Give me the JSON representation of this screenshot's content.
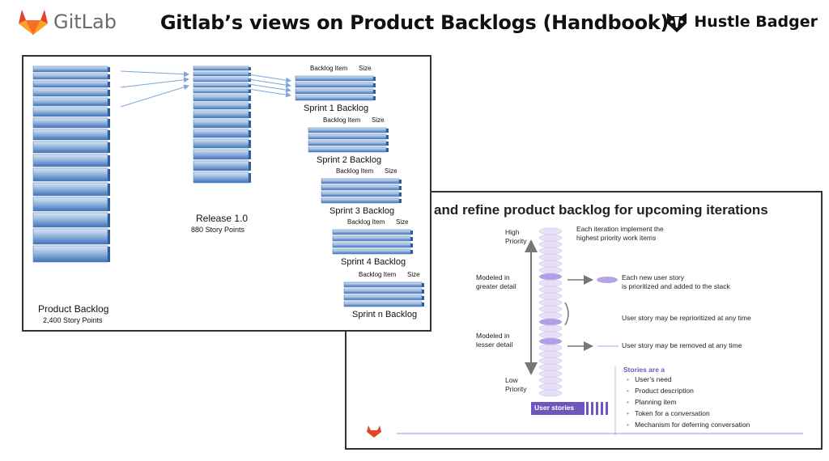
{
  "header": {
    "title": "Gitlab’s views on Product Backlogs (Handbook)",
    "left_logo_text": "GitLab",
    "right_logo_text": "Hustle Badger"
  },
  "slide1": {
    "product_backlog": {
      "label": "Product Backlog",
      "points": "2,400 Story Points"
    },
    "release": {
      "label": "Release 1.0",
      "points": "880 Story Points"
    },
    "col_item": "Backlog Item",
    "col_size": "Size",
    "sprints": [
      {
        "label": "Sprint 1 Backlog"
      },
      {
        "label": "Sprint 2 Backlog"
      },
      {
        "label": "Sprint 3 Backlog"
      },
      {
        "label": "Sprint 4 Backlog"
      },
      {
        "label": "Sprint n Backlog"
      }
    ]
  },
  "slide2": {
    "title": "and refine product backlog for upcoming iterations",
    "high_priority": "High\nPriority",
    "low_priority": "Low\nPriority",
    "modeled_greater": "Modeled in\ngreater detail",
    "modeled_lesser": "Modeled in\nlesser detail",
    "note1": "Each iteration implement the\nhighest priority work items",
    "note2": "Each new user story\nis prioritized and added to the stack",
    "note3": "User story may be reprioritized at any time",
    "note4": "User story may be removed at any time",
    "stack_label": "User stories",
    "stories_heading": "Stories are a",
    "stories": [
      "User’s need",
      "Product description",
      "Planning item",
      "Token for a conversation",
      "Mechanism for deferring conversation"
    ],
    "accent": "#7b5cc4"
  }
}
